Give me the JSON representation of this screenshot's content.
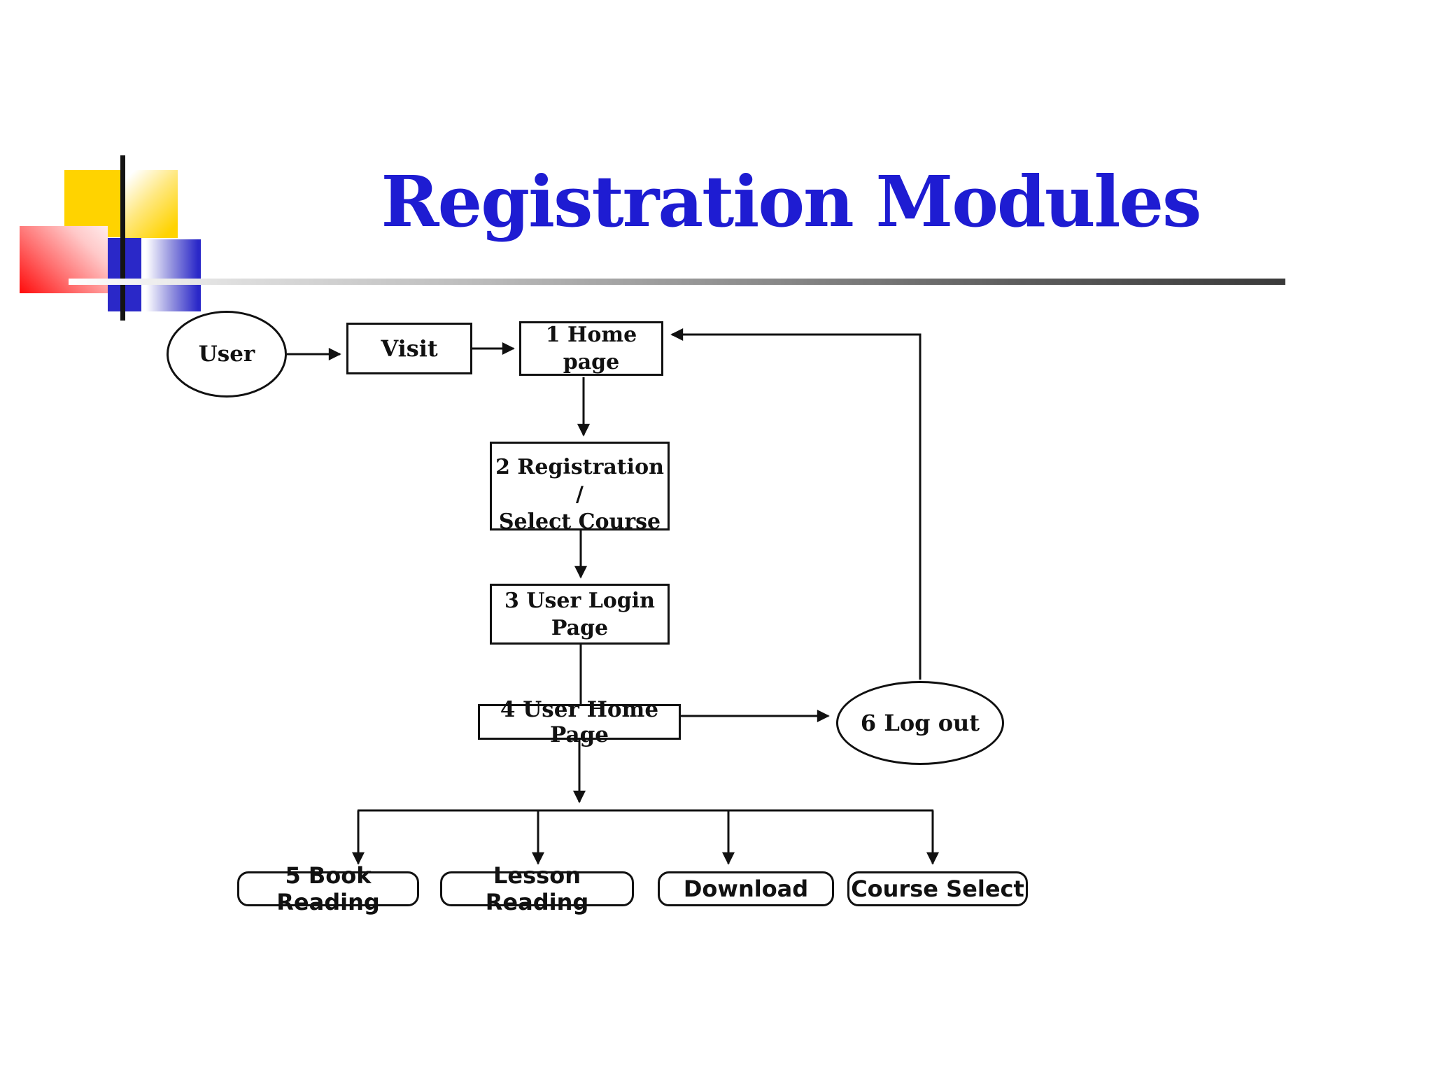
{
  "slide": {
    "title": "Registration Modules",
    "colors": {
      "title": "#1e1cd2",
      "logo_yellow": "#ffd300",
      "logo_red": "#ff0b0b",
      "logo_blue": "#2a28c8",
      "rule_dark": "#3a3a3a",
      "line_black": "#111111"
    }
  },
  "flowchart": {
    "user": {
      "label": "User"
    },
    "visit": {
      "label": "Visit"
    },
    "home_page": {
      "line1": "1 Home",
      "line2": "page"
    },
    "registration": {
      "line1": "2 Registration /",
      "line2": "Select Course"
    },
    "user_login": {
      "line1": "3 User Login",
      "line2": "Page"
    },
    "user_home": {
      "label": "4 User Home Page"
    },
    "log_out": {
      "label": "6 Log out"
    },
    "branches": {
      "book_reading": {
        "label": "5 Book Reading"
      },
      "lesson_reading": {
        "label": "Lesson Reading"
      },
      "download": {
        "label": "Download"
      },
      "course_select": {
        "label": "Course Select"
      }
    }
  }
}
